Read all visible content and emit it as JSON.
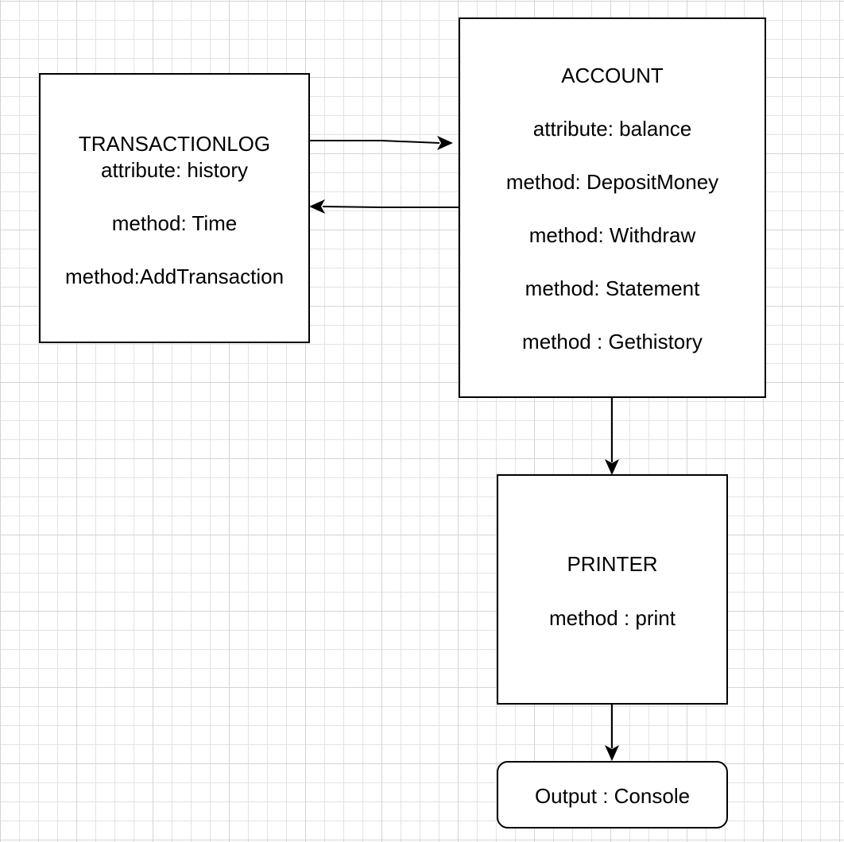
{
  "transaction_log": {
    "title": "TRANSACTIONLOG",
    "attribute": "attribute: history",
    "method_time": "method: Time",
    "method_add": "method:AddTransaction"
  },
  "account": {
    "title": "ACCOUNT",
    "attribute": "attribute: balance",
    "method_deposit": "method: DepositMoney",
    "method_withdraw": "method: Withdraw",
    "method_statement": "method: Statement",
    "method_gethistory": "method : Gethistory"
  },
  "printer": {
    "title": "PRINTER",
    "method_print": "method : print"
  },
  "output": {
    "label": "Output : Console"
  },
  "colors": {
    "stroke": "#000000",
    "fill": "#ffffff",
    "grid": "#e3e3e3"
  }
}
